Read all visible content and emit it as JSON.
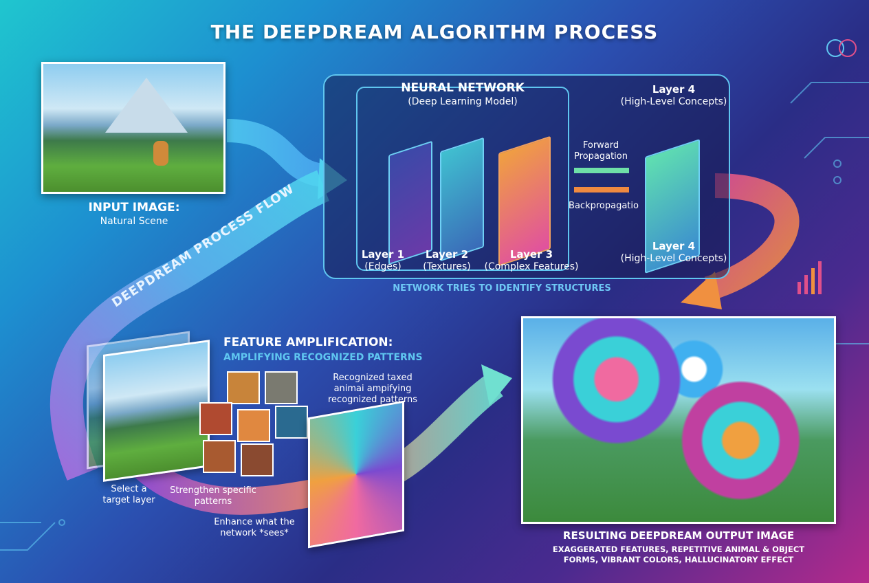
{
  "title": "THE DEEPDREAM ALGORITHM PROCESS",
  "input": {
    "heading": "INPUT IMAGE:",
    "subheading": "Natural Scene"
  },
  "flow_label": "DEEPDREAM PROCESS FLOW",
  "network": {
    "heading": "NEURAL NETWORK",
    "subheading": "(Deep Learning Model)",
    "layers": [
      {
        "name": "Layer 1",
        "desc": "(Edges)"
      },
      {
        "name": "Layer 2",
        "desc": "(Textures)"
      },
      {
        "name": "Layer 3",
        "desc": "(Complex Features)"
      },
      {
        "name": "Layer 4",
        "desc": "(High-Level Concepts)"
      }
    ],
    "layer4_top": {
      "name": "Layer 4",
      "desc": "(High-Level Concepts)"
    },
    "forward": "Forward Propagation",
    "backward": "Backpropagatio",
    "footer": "NETWORK TRIES TO IDENTIFY STRUCTURES"
  },
  "amplification": {
    "heading": "FEATURE AMPLIFICATION:",
    "subheading": "AMPLIFYING RECOGNIZED PATTERNS",
    "note_recognized": "Recognized taxed animai ampifying recognized patterns",
    "note_select": "Select a target layer",
    "note_strengthen": "Strengthen specific patterns",
    "note_enhance": "Enhance what the network *sees*"
  },
  "output": {
    "heading": "RESULTING DEEPDREAM OUTPUT IMAGE",
    "description": "EXAGGERATED FEATURES, REPETITIVE ANIMAL & OBJECT FORMS, VIBRANT COLORS, HALLUCINATORY EFFECT"
  },
  "colors": {
    "accent_cyan": "#5fc6f0",
    "accent_orange": "#f08a40",
    "accent_pink": "#e0508a",
    "accent_green": "#6fe0a8"
  }
}
